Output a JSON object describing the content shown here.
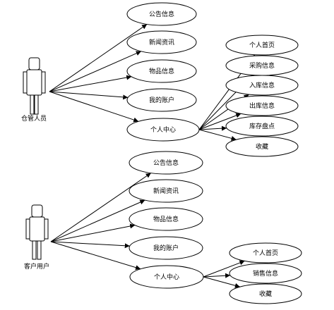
{
  "actors": [
    {
      "id": "warehouse",
      "label": "仓管人员"
    },
    {
      "id": "customer",
      "label": "客户用户"
    }
  ],
  "use_cases": {
    "warehouse_notice": "公告信息",
    "warehouse_news": "新闻资讯",
    "warehouse_goods": "物品信息",
    "warehouse_account": "我的账户",
    "warehouse_center": "个人中心",
    "warehouse_home": "个人首页",
    "warehouse_purchase": "采购信息",
    "warehouse_inbound": "入库信息",
    "warehouse_outbound": "出库信息",
    "warehouse_stock": "库存盘点",
    "warehouse_favorites": "收藏",
    "customer_notice": "公告信息",
    "customer_news": "新闻资讯",
    "customer_goods": "物品信息",
    "customer_account": "我的账户",
    "customer_center": "个人中心",
    "customer_home": "个人首页",
    "customer_sales": "销售信息",
    "customer_favorites": "收藏"
  },
  "edges": [
    [
      "actor:warehouse",
      "warehouse_notice"
    ],
    [
      "actor:warehouse",
      "warehouse_news"
    ],
    [
      "actor:warehouse",
      "warehouse_goods"
    ],
    [
      "actor:warehouse",
      "warehouse_account"
    ],
    [
      "actor:warehouse",
      "warehouse_center"
    ],
    [
      "warehouse_center",
      "warehouse_home"
    ],
    [
      "warehouse_center",
      "warehouse_purchase"
    ],
    [
      "warehouse_center",
      "warehouse_inbound"
    ],
    [
      "warehouse_center",
      "warehouse_outbound"
    ],
    [
      "warehouse_center",
      "warehouse_stock"
    ],
    [
      "warehouse_center",
      "warehouse_favorites"
    ],
    [
      "actor:customer",
      "customer_notice"
    ],
    [
      "actor:customer",
      "customer_news"
    ],
    [
      "actor:customer",
      "customer_goods"
    ],
    [
      "actor:customer",
      "customer_account"
    ],
    [
      "actor:customer",
      "customer_center"
    ],
    [
      "customer_center",
      "customer_home"
    ],
    [
      "customer_center",
      "customer_sales"
    ],
    [
      "customer_center",
      "customer_favorites"
    ]
  ]
}
